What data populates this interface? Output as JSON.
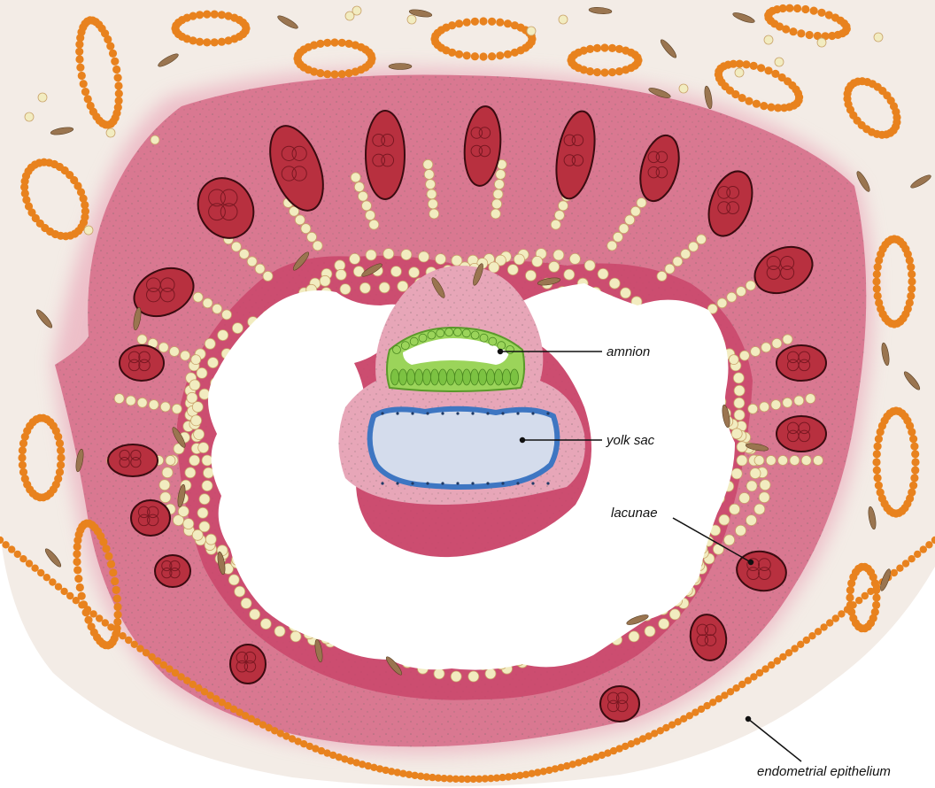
{
  "figure": {
    "labels": {
      "amnion": "amnion",
      "yolk_sac": "yolk sac",
      "lacunae": "lacunae",
      "endometrial_epithelium": "endometrial epithelium"
    },
    "colors": {
      "background": "#f3ece6",
      "trophoblast": "#d66a86",
      "trophoblast_edge": "#c9456a",
      "cytotrophoblast": "#f2ecc0",
      "lacuna": "#b8303f",
      "gland_border": "#e8821e",
      "amnion": "#8fcf4a",
      "yolk_sac_fill": "#d4dcec",
      "yolk_sac_border": "#3e76c2",
      "stromal_cell": "#9a7550",
      "cavity": "#ffffff"
    }
  }
}
